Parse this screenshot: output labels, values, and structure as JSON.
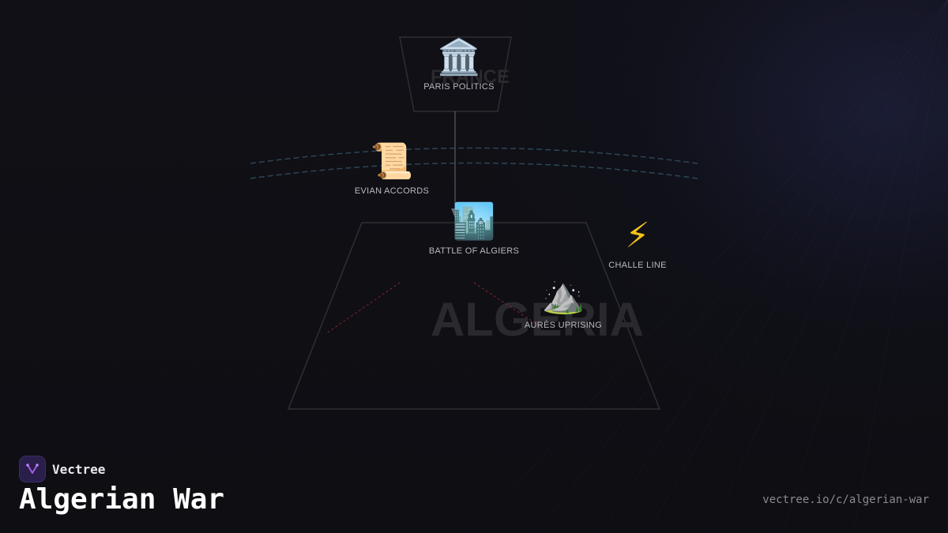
{
  "regions": {
    "france": "FRANCE",
    "algeria": "ALGERIA"
  },
  "nodes": {
    "paris_politics": {
      "icon": "🏛️",
      "label": "PARIS POLITICS"
    },
    "evian_accords": {
      "icon": "📜",
      "label": "EVIAN ACCORDS"
    },
    "battle_of_algiers": {
      "icon": "🏙️",
      "label": "BATTLE OF ALGIERS"
    },
    "challe_line": {
      "icon": "⚡",
      "label": "CHALLE LINE"
    },
    "aures_uprising": {
      "icon": "⛰️",
      "label": "AURÈS UPRISING"
    }
  },
  "brand": {
    "name": "Vectree"
  },
  "title": "Algerian War",
  "url": "vectree.io/c/algerian-war",
  "colors": {
    "background": "#0e0e12",
    "outline": "#2e2e33",
    "sea_line": "#2c4656",
    "red_dashes": "#8a2030",
    "label_text": "#b9b9c0",
    "brand_purple": "#2a1e4a"
  }
}
